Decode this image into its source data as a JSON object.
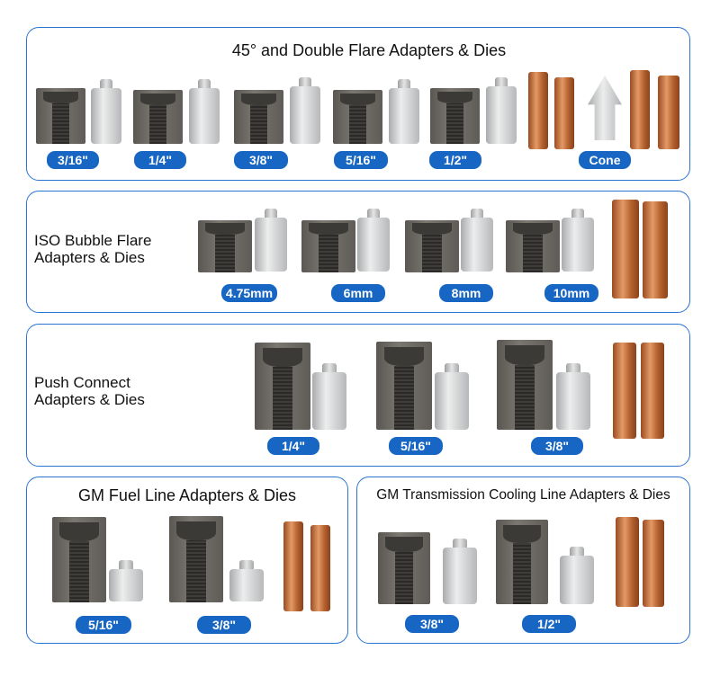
{
  "panels": {
    "double_flare": {
      "title": "45° and Double Flare Adapters & Dies",
      "labels": [
        "3/16\"",
        "1/4\"",
        "3/8\"",
        "5/16\"",
        "1/2\"",
        "Cone"
      ]
    },
    "iso_bubble": {
      "title_line1": "ISO Bubble Flare",
      "title_line2": "Adapters & Dies",
      "labels": [
        "4.75mm",
        "6mm",
        "8mm",
        "10mm"
      ]
    },
    "push_connect": {
      "title_line1": "Push Connect",
      "title_line2": "Adapters & Dies",
      "labels": [
        "1/4\"",
        "5/16\"",
        "3/8\""
      ]
    },
    "gm_fuel": {
      "title": "GM Fuel Line Adapters & Dies",
      "labels": [
        "5/16\"",
        "3/8\""
      ]
    },
    "gm_trans": {
      "title": "GM Transmission Cooling Line Adapters & Dies",
      "labels": [
        "3/8\"",
        "1/2\""
      ]
    }
  },
  "colors": {
    "accent": "#1766c4",
    "border": "#2b74d2",
    "copper": "#c8703a"
  }
}
